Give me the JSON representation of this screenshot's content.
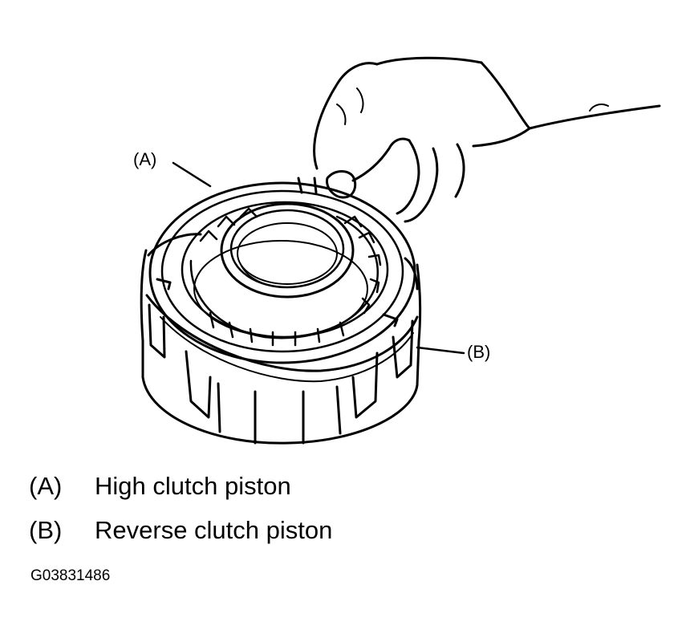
{
  "callouts": {
    "a": "(A)",
    "b": "(B)"
  },
  "legend": [
    {
      "key": "(A)",
      "label": "High clutch piston"
    },
    {
      "key": "(B)",
      "label": "Reverse clutch piston"
    }
  ],
  "figure_id": "G03831486",
  "colors": {
    "ink": "#000000",
    "paper": "#ffffff"
  }
}
